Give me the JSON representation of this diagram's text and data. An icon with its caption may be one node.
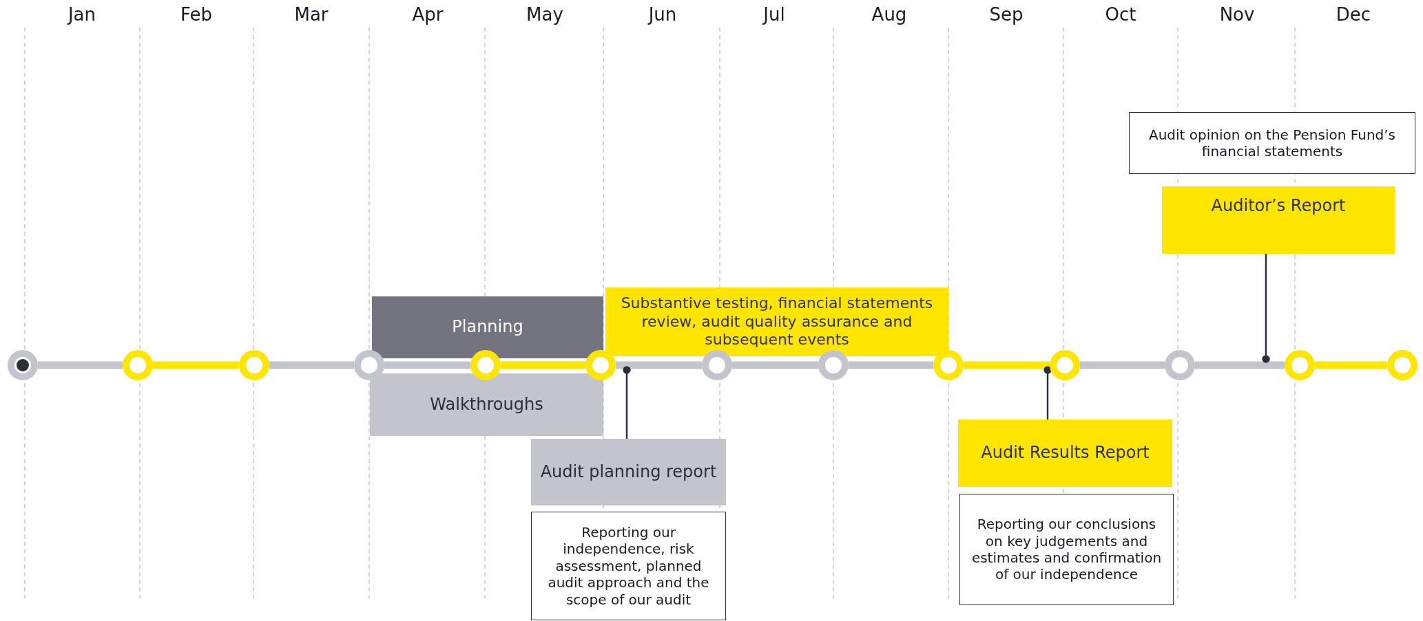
{
  "diagram": {
    "nodes": [
      {
        "text": [
          "Audit opinion on the Pension Fund’s financial statements"
        ]
      },
      {
        "text": [
          "Auditor’s Report"
        ]
      },
      {
        "text": [
          "Planning"
        ]
      },
      {
        "text": [
          "Substantive testing, financial statements review, audit quality assurance and subsequent events"
        ]
      },
      {
        "text": [],
        "shape": "circle"
      },
      {
        "text": [],
        "shape": "circle"
      },
      {
        "text": [],
        "shape": "circle"
      },
      {
        "text": [],
        "shape": "circle"
      },
      {
        "text": [],
        "shape": "circle"
      },
      {
        "text": [],
        "shape": "circle"
      },
      {
        "text": [],
        "shape": "circle"
      },
      {
        "text": [],
        "shape": "circle"
      },
      {
        "text": [],
        "shape": "circle"
      },
      {
        "text": [],
        "shape": "circle"
      },
      {
        "text": [],
        "shape": "circle"
      },
      {
        "text": [],
        "shape": "circle"
      },
      {
        "text": [],
        "shape": "circle"
      },
      {
        "text": [
          "Walkthroughs"
        ]
      },
      {
        "text": [
          "Audit planning report"
        ]
      },
      {
        "text": [
          "Audit Results Report"
        ]
      },
      {
        "text": [
          "Reporting our independence, risk assessment, planned audit approach and the scope of our audit"
        ]
      },
      {
        "text": [
          "Reporting our conclusions on key judgements and estimates and confirmation of our independence"
        ]
      }
    ],
    "edges": [
      {
        "from": 4,
        "to": 5,
        "arrow": "none"
      },
      {
        "from": 5,
        "to": 6,
        "arrow": "none",
        "color": "#ffe600"
      },
      {
        "from": 6,
        "to": 7,
        "arrow": "none"
      },
      {
        "from": 7,
        "to": 8,
        "arrow": "none"
      },
      {
        "from": 8,
        "to": 9,
        "arrow": "none",
        "color": "#ffe600"
      },
      {
        "from": 9,
        "to": 10,
        "arrow": "none"
      },
      {
        "from": 10,
        "to": 11,
        "arrow": "none"
      },
      {
        "from": 11,
        "to": 12,
        "arrow": "none"
      },
      {
        "from": 12,
        "to": 13,
        "arrow": "none",
        "color": "#ffe600"
      },
      {
        "from": 13,
        "to": 14,
        "arrow": "none"
      },
      {
        "from": 14,
        "to": 15,
        "arrow": "none"
      },
      {
        "from": 15,
        "to": 16,
        "arrow": "none",
        "color": "#ffe600"
      },
      {
        "from": 18,
        "to": 9,
        "arrow": "other",
        "color": "#2e2e38"
      },
      {
        "from": 19,
        "to": 13,
        "arrow": "other",
        "color": "#2e2e38"
      },
      {
        "from": 1,
        "to": 15,
        "arrow": "other",
        "color": "#2e2e38"
      }
    ],
    "labels": [
      "Jan",
      "Feb",
      "Mar",
      "Apr",
      "May",
      "Jun",
      "Jul",
      "Aug",
      "Sep",
      "Oct",
      "Nov",
      "Dec"
    ]
  }
}
